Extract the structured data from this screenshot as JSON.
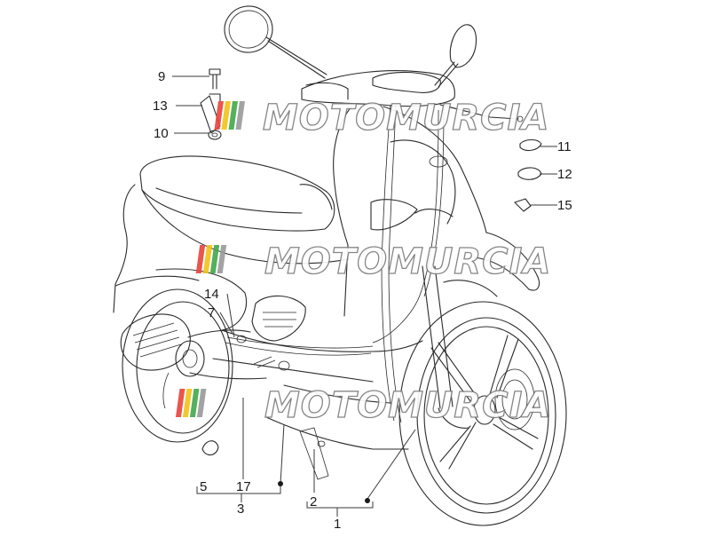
{
  "watermark": {
    "text": "MOTOMURCIA",
    "stripe_colors": [
      "#e8443a",
      "#f0c419",
      "#42a84b",
      "#9a9a9a"
    ]
  },
  "callouts": {
    "n9": "9",
    "n13": "13",
    "n10": "10",
    "n11": "11",
    "n12": "12",
    "n15": "15",
    "n14": "14",
    "n7": "7",
    "n5": "5",
    "n17": "17",
    "n3": "3",
    "n2": "2",
    "n1": "1"
  },
  "parts": [
    {
      "id": "9",
      "icon": "bolt-icon"
    },
    {
      "id": "13",
      "icon": "spacer-sleeve-icon"
    },
    {
      "id": "10",
      "icon": "nut-icon"
    },
    {
      "id": "11",
      "icon": "clip-ring-icon"
    },
    {
      "id": "12",
      "icon": "clip-ring-icon"
    },
    {
      "id": "15",
      "icon": "cable-clamp-icon"
    },
    {
      "id": "5",
      "icon": "clip-ring-icon"
    }
  ]
}
